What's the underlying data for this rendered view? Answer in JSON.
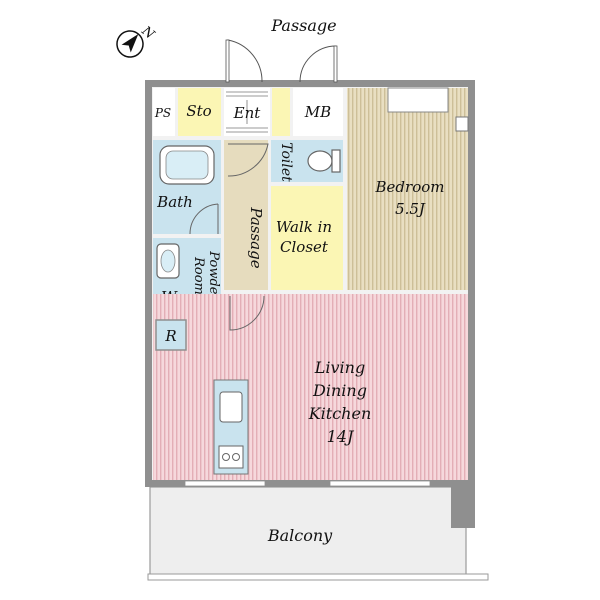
{
  "compass": {
    "north_label": "N"
  },
  "labels": {
    "passage_top": "Passage",
    "ps": "PS",
    "sto": "Sto",
    "ent": "Ent",
    "mb": "MB",
    "toilet": "Toilet",
    "bath": "Bath",
    "passage_inner": "Passage",
    "walk_in_1": "Walk in",
    "walk_in_2": "Closet",
    "bedroom_1": "Bedroom",
    "bedroom_2": "5.5J",
    "powder_1": "Powder",
    "powder_2": "Room",
    "w": "W",
    "r": "R",
    "ldk_1": "Living",
    "ldk_2": "Dining",
    "ldk_3": "Kitchen",
    "ldk_4": "14J",
    "balcony": "Balcony"
  },
  "colors": {
    "wall": "#8f8f8f",
    "wet_area": "#c9e3ee",
    "storage": "#fbf6b4",
    "passage_floor": "#e6dcbe",
    "bedroom_floor": "#e9dfc2",
    "bedroom_stripe": "#cdbf98",
    "ldk_floor": "#f6d8dc",
    "ldk_stripe": "#e3aeb6",
    "balcony": "#eeeeee"
  }
}
